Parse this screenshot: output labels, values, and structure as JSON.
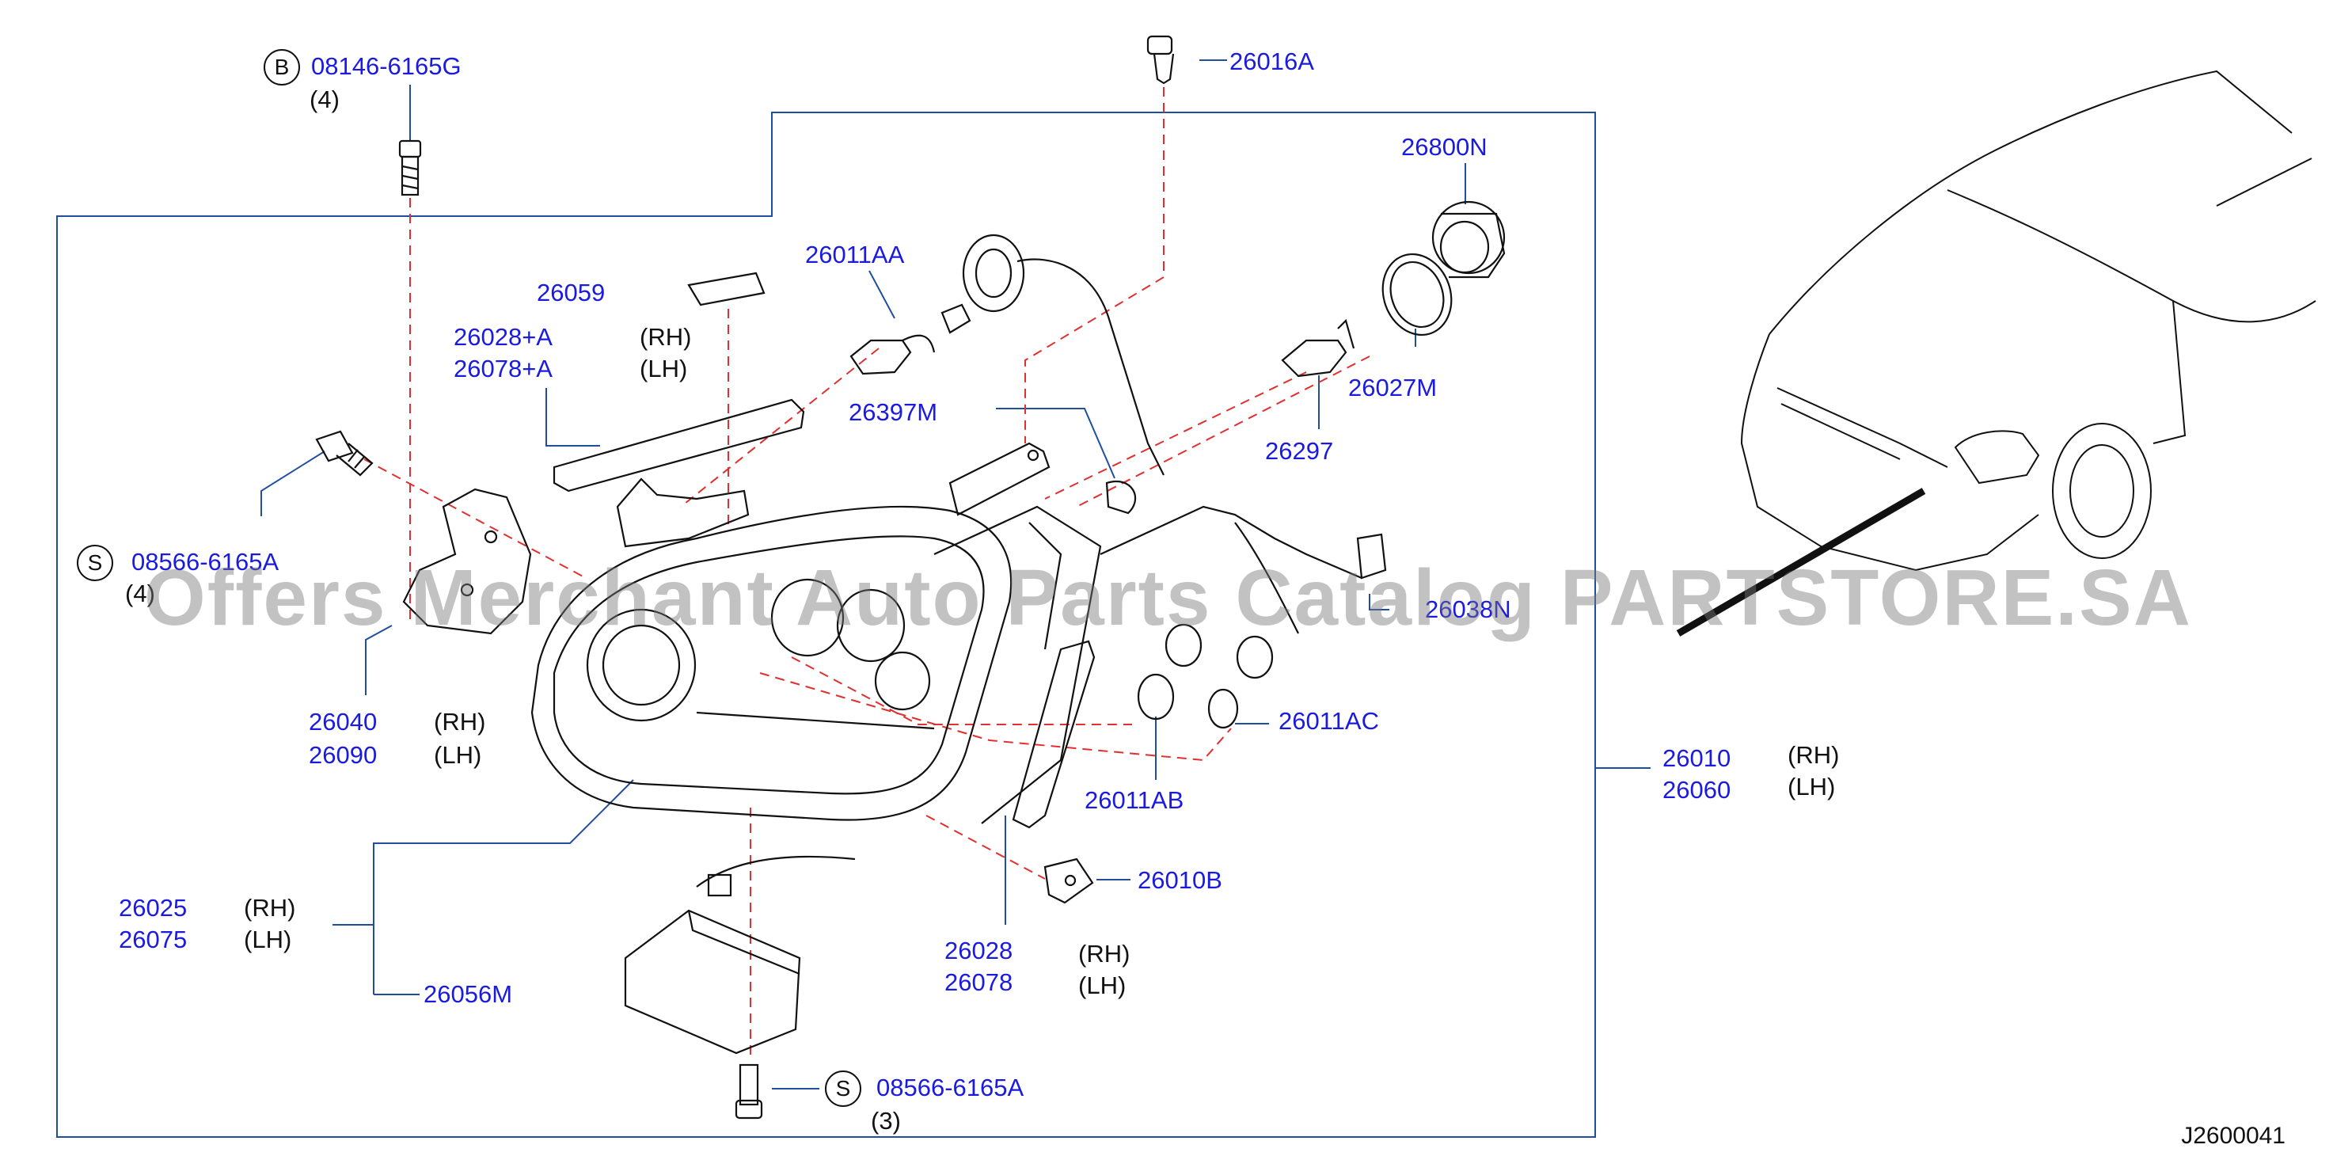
{
  "diagram_code": "J2600041",
  "watermark": "Offers Merchant Auto Parts Catalog PARTSTORE.SA",
  "colors": {
    "part_number": "#1a1ae0",
    "leader": "#1f4ea0",
    "dashed_guide": "#e03030",
    "outline": "#111111",
    "watermark": "#888888"
  },
  "callouts": [
    {
      "id": "c1",
      "pn": "08146-6165G",
      "sym": "B",
      "qty": "(4)"
    },
    {
      "id": "c2",
      "pn": "26016A"
    },
    {
      "id": "c3",
      "pn": "26800N"
    },
    {
      "id": "c4",
      "pn": "26011AA"
    },
    {
      "id": "c5",
      "pn": "26059"
    },
    {
      "id": "c6",
      "pn": "26028+A",
      "side": "(RH)"
    },
    {
      "id": "c7",
      "pn": "26078+A",
      "side": "(LH)"
    },
    {
      "id": "c8",
      "pn": "26027M"
    },
    {
      "id": "c9",
      "pn": "26397M"
    },
    {
      "id": "c10",
      "pn": "26297"
    },
    {
      "id": "c11",
      "pn": "08566-6165A",
      "sym": "S",
      "qty": "(4)"
    },
    {
      "id": "c12",
      "pn": "26038N"
    },
    {
      "id": "c13",
      "pn": "26040",
      "side": "(RH)"
    },
    {
      "id": "c14",
      "pn": "26090",
      "side": "(LH)"
    },
    {
      "id": "c15",
      "pn": "26011AC"
    },
    {
      "id": "c16",
      "pn": "26011AB"
    },
    {
      "id": "c17",
      "pn": "26010",
      "side": "(RH)"
    },
    {
      "id": "c18",
      "pn": "26060",
      "side": "(LH)"
    },
    {
      "id": "c19",
      "pn": "26010B"
    },
    {
      "id": "c20",
      "pn": "26025",
      "side": "(RH)"
    },
    {
      "id": "c21",
      "pn": "26075",
      "side": "(LH)"
    },
    {
      "id": "c22",
      "pn": "26028",
      "side": "(RH)"
    },
    {
      "id": "c23",
      "pn": "26078",
      "side": "(LH)"
    },
    {
      "id": "c24",
      "pn": "26056M"
    },
    {
      "id": "c25",
      "pn": "08566-6165A",
      "sym": "S",
      "qty": "(3)"
    }
  ]
}
